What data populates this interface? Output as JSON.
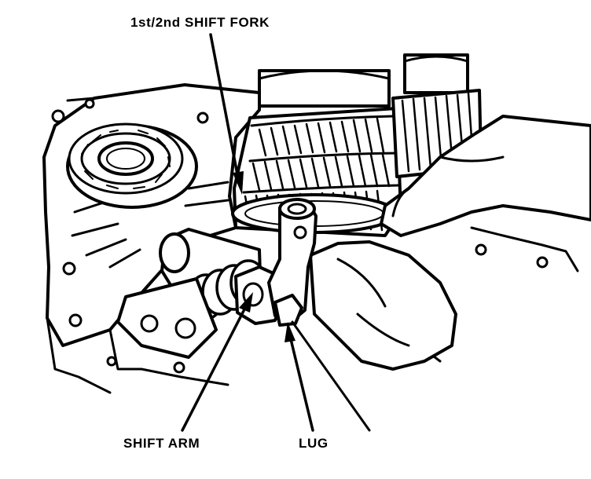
{
  "figure": {
    "labels": {
      "shift_fork": "1st/2nd SHIFT FORK",
      "shift_arm": "SHIFT ARM",
      "lug": "LUG"
    }
  }
}
